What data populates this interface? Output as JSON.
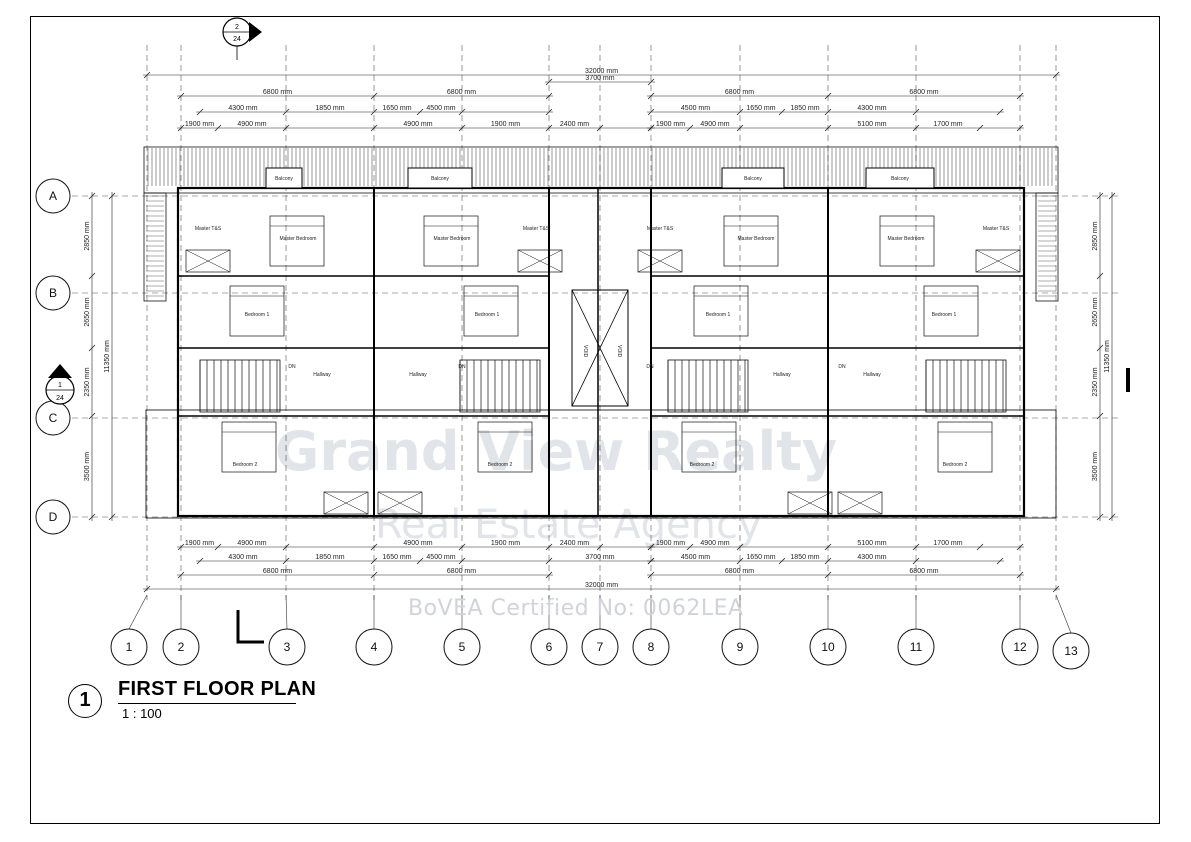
{
  "sheet": {
    "title": "FIRST FLOOR PLAN",
    "view_number": "1",
    "scale": "1 : 100"
  },
  "watermark": {
    "brand": "Grand View Realty",
    "tagline": "Real Estate Agency",
    "certificate": "BoVEA Certified No: 0062LEA"
  },
  "grid": {
    "columns": [
      "1",
      "2",
      "3",
      "4",
      "5",
      "6",
      "7",
      "8",
      "9",
      "10",
      "11",
      "12",
      "13"
    ],
    "rows": [
      "A",
      "B",
      "C",
      "D"
    ]
  },
  "section_marks": {
    "top": {
      "num": "2",
      "sheet": "24"
    },
    "left": {
      "num": "1",
      "sheet": "24"
    }
  },
  "dimensions": {
    "overall": "32000 mm",
    "center": "3700 mm",
    "unit_width": "6800 mm",
    "row2": [
      "4300 mm",
      "1850 mm",
      "1650 mm",
      "4500 mm",
      "4500 mm",
      "1650 mm",
      "1850 mm",
      "4300 mm"
    ],
    "row3": [
      "1900 mm",
      "4900 mm",
      "4900 mm",
      "1900 mm",
      "2400 mm",
      "1900 mm",
      "4900 mm",
      "5100 mm",
      "1700 mm"
    ],
    "bottom_row1": [
      "1900 mm",
      "4900 mm",
      "4900 mm",
      "1900 mm",
      "2400 mm",
      "1900 mm",
      "4900 mm",
      "5100 mm",
      "1700 mm"
    ],
    "bottom_row2": [
      "4300 mm",
      "1850 mm",
      "1650 mm",
      "4500 mm",
      "3700 mm",
      "4500 mm",
      "1650 mm",
      "1850 mm",
      "4300 mm"
    ],
    "vertical_left": [
      "2850 mm",
      "2650 mm",
      "2350 mm",
      "3500 mm"
    ],
    "vertical_left_total": "11350 mm",
    "vertical_right": [
      "2850 mm",
      "2650 mm",
      "2350 mm",
      "3500 mm"
    ],
    "vertical_right_total": "11350 mm"
  },
  "rooms": {
    "balcony": "Balcony",
    "master_bedroom": "Master Bedroom",
    "master_ts": "Master T&S",
    "bedroom1": "Bedroom 1",
    "bedroom2": "Bedroom 2",
    "hallway": "Hallway",
    "void": "VOID",
    "dn": "DN"
  }
}
